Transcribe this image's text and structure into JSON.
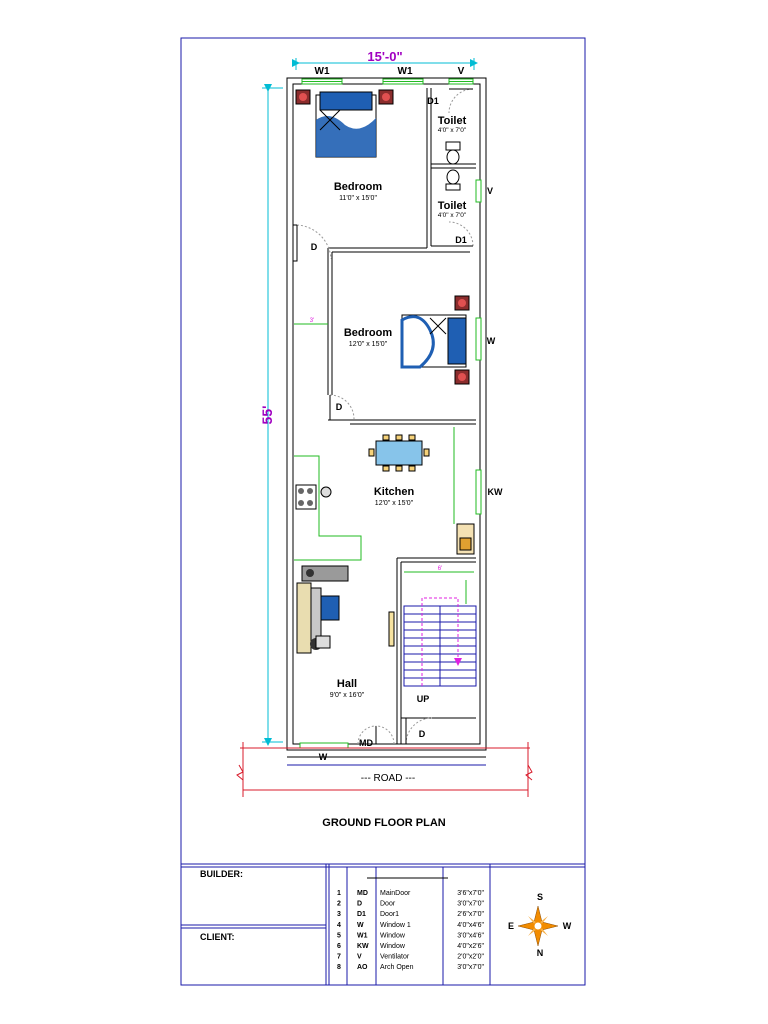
{
  "plan": {
    "title": "GROUND FLOOR PLAN",
    "width_dim": "15'-0\"",
    "length_dim": "55'",
    "road_label": "--- ROAD ---",
    "stair_width": "6'",
    "passage_width": "3'",
    "up_label": "UP",
    "rooms": {
      "bedroom1": {
        "name": "Bedroom",
        "size": "11'0\" x 15'0\""
      },
      "toilet1": {
        "name": "Toilet",
        "size": "4'0\" x 7'0\""
      },
      "toilet2": {
        "name": "Toilet",
        "size": "4'0\" x 7'0\""
      },
      "bedroom2": {
        "name": "Bedroom",
        "size": "12'0\" x 15'0\""
      },
      "kitchen": {
        "name": "Kitchen",
        "size": "12'0\" x 15'0\""
      },
      "hall": {
        "name": "Hall",
        "size": "9'0\" x 16'0\""
      }
    },
    "tags": {
      "w1_left": "W1",
      "w1_right": "W1",
      "v_top": "V",
      "d1_top": "D1",
      "v_toilet2": "V",
      "d1_toilet2": "D1",
      "d_bedroom1": "D",
      "w_bedroom2": "W",
      "d_bedroom2": "D",
      "kw_kitchen": "KW",
      "md_main": "MD",
      "d_stair": "D",
      "w_front": "W"
    }
  },
  "titleblock": {
    "builder_label": "BUILDER:",
    "client_label": "CLIENT:",
    "schedule": [
      {
        "no": "1",
        "code": "MD",
        "name": "MainDoor",
        "size": "3'6\"x7'0\""
      },
      {
        "no": "2",
        "code": "D",
        "name": "Door",
        "size": "3'0\"x7'0\""
      },
      {
        "no": "3",
        "code": "D1",
        "name": "Door1",
        "size": "2'6\"x7'0\""
      },
      {
        "no": "4",
        "code": "W",
        "name": "Window 1",
        "size": "4'0\"x4'6\""
      },
      {
        "no": "5",
        "code": "W1",
        "name": "Window",
        "size": "3'0\"x4'6\""
      },
      {
        "no": "6",
        "code": "KW",
        "name": "Window",
        "size": "4'0\"x2'6\""
      },
      {
        "no": "7",
        "code": "V",
        "name": "Ventilator",
        "size": "2'0\"x2'0\""
      },
      {
        "no": "8",
        "code": "AO",
        "name": "Arch Open",
        "size": "3'0\"x7'0\""
      }
    ],
    "compass": {
      "north": "N",
      "south": "S",
      "east": "E",
      "west": "W"
    }
  },
  "colors": {
    "frame": "#1a1aa8",
    "dimension": "#00bcd4",
    "dim_text": "#a000c0",
    "road": "#d81b2b",
    "window": "#22bb22",
    "stair_arrow": "#e020e0",
    "furniture_blue": "#1f5fb3",
    "compass": "#f28c00"
  }
}
